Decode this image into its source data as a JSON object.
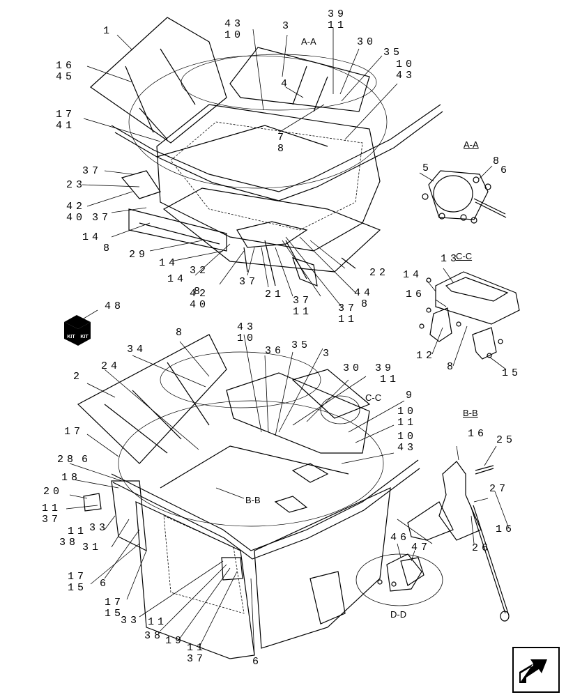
{
  "callouts": {
    "c1": "1",
    "c43a": "43",
    "c10a": "10",
    "c3a": "3",
    "c39a": "39",
    "c11a": "11",
    "c30a": "30",
    "c35a": "35",
    "c10b": "10",
    "c43b": "43",
    "c16a": "16",
    "c45": "45",
    "c4": "4",
    "c17a": "17",
    "c41": "41",
    "c7": "7",
    "c8a": "8",
    "c37a": "37",
    "c23": "23",
    "c42a": "42",
    "c40a": "40",
    "c37b": "37",
    "c14a": "14",
    "c8b": "8",
    "c29": "29",
    "c14b": "14",
    "c32": "32",
    "c14c": "14",
    "c8c": "8",
    "c42b": "42",
    "c40b": "40",
    "c37c": "37",
    "c21": "21",
    "c37d": "37",
    "c11b": "11",
    "c37e": "37",
    "c11c": "11",
    "c44": "44",
    "c8d": "8",
    "c22": "22",
    "c5": "5",
    "c8e": "8",
    "c6a": "6",
    "c13": "13",
    "c14d": "14",
    "c16b": "16",
    "c12": "12",
    "c8f": "8",
    "c15a": "15",
    "c48": "48",
    "c43c": "43",
    "c10c": "10",
    "c8g": "8",
    "c34": "34",
    "c36": "36",
    "c35b": "35",
    "c24": "24",
    "c3b": "3",
    "c30b": "30",
    "c39b": "39",
    "c11d": "11",
    "c2": "2",
    "c9": "9",
    "c10d": "10",
    "c11e": "11",
    "c10e": "10",
    "c43d": "43",
    "c17b": "17",
    "c28": "28",
    "c6b": "6",
    "c18": "18",
    "c20": "20",
    "c11f": "11",
    "c37f": "37",
    "c11g": "11",
    "c33a": "33",
    "c38a": "38",
    "c31": "31",
    "c17c": "17",
    "c15b": "15",
    "c6c": "6",
    "c17d": "17",
    "c15c": "15",
    "c33b": "33",
    "c11h": "11",
    "c38b": "38",
    "c19": "19",
    "c11i": "11",
    "c37g": "37",
    "c6d": "6",
    "c16c": "16",
    "c25": "25",
    "c27": "27",
    "c16d": "16",
    "c26": "26",
    "c46": "46",
    "c47": "47"
  },
  "section_labels": {
    "aa_callout": "A-A",
    "aa_detail": "A-A",
    "cc_detail": "C-C",
    "cc_callout": "C-C",
    "bb_callout": "B-B",
    "bb_detail": "B-B",
    "dd_detail": "D-D"
  },
  "kit_icon": {
    "text": "KIT",
    "icon": "kit-box-icon"
  },
  "nav": {
    "icon": "arrow-next-icon"
  }
}
